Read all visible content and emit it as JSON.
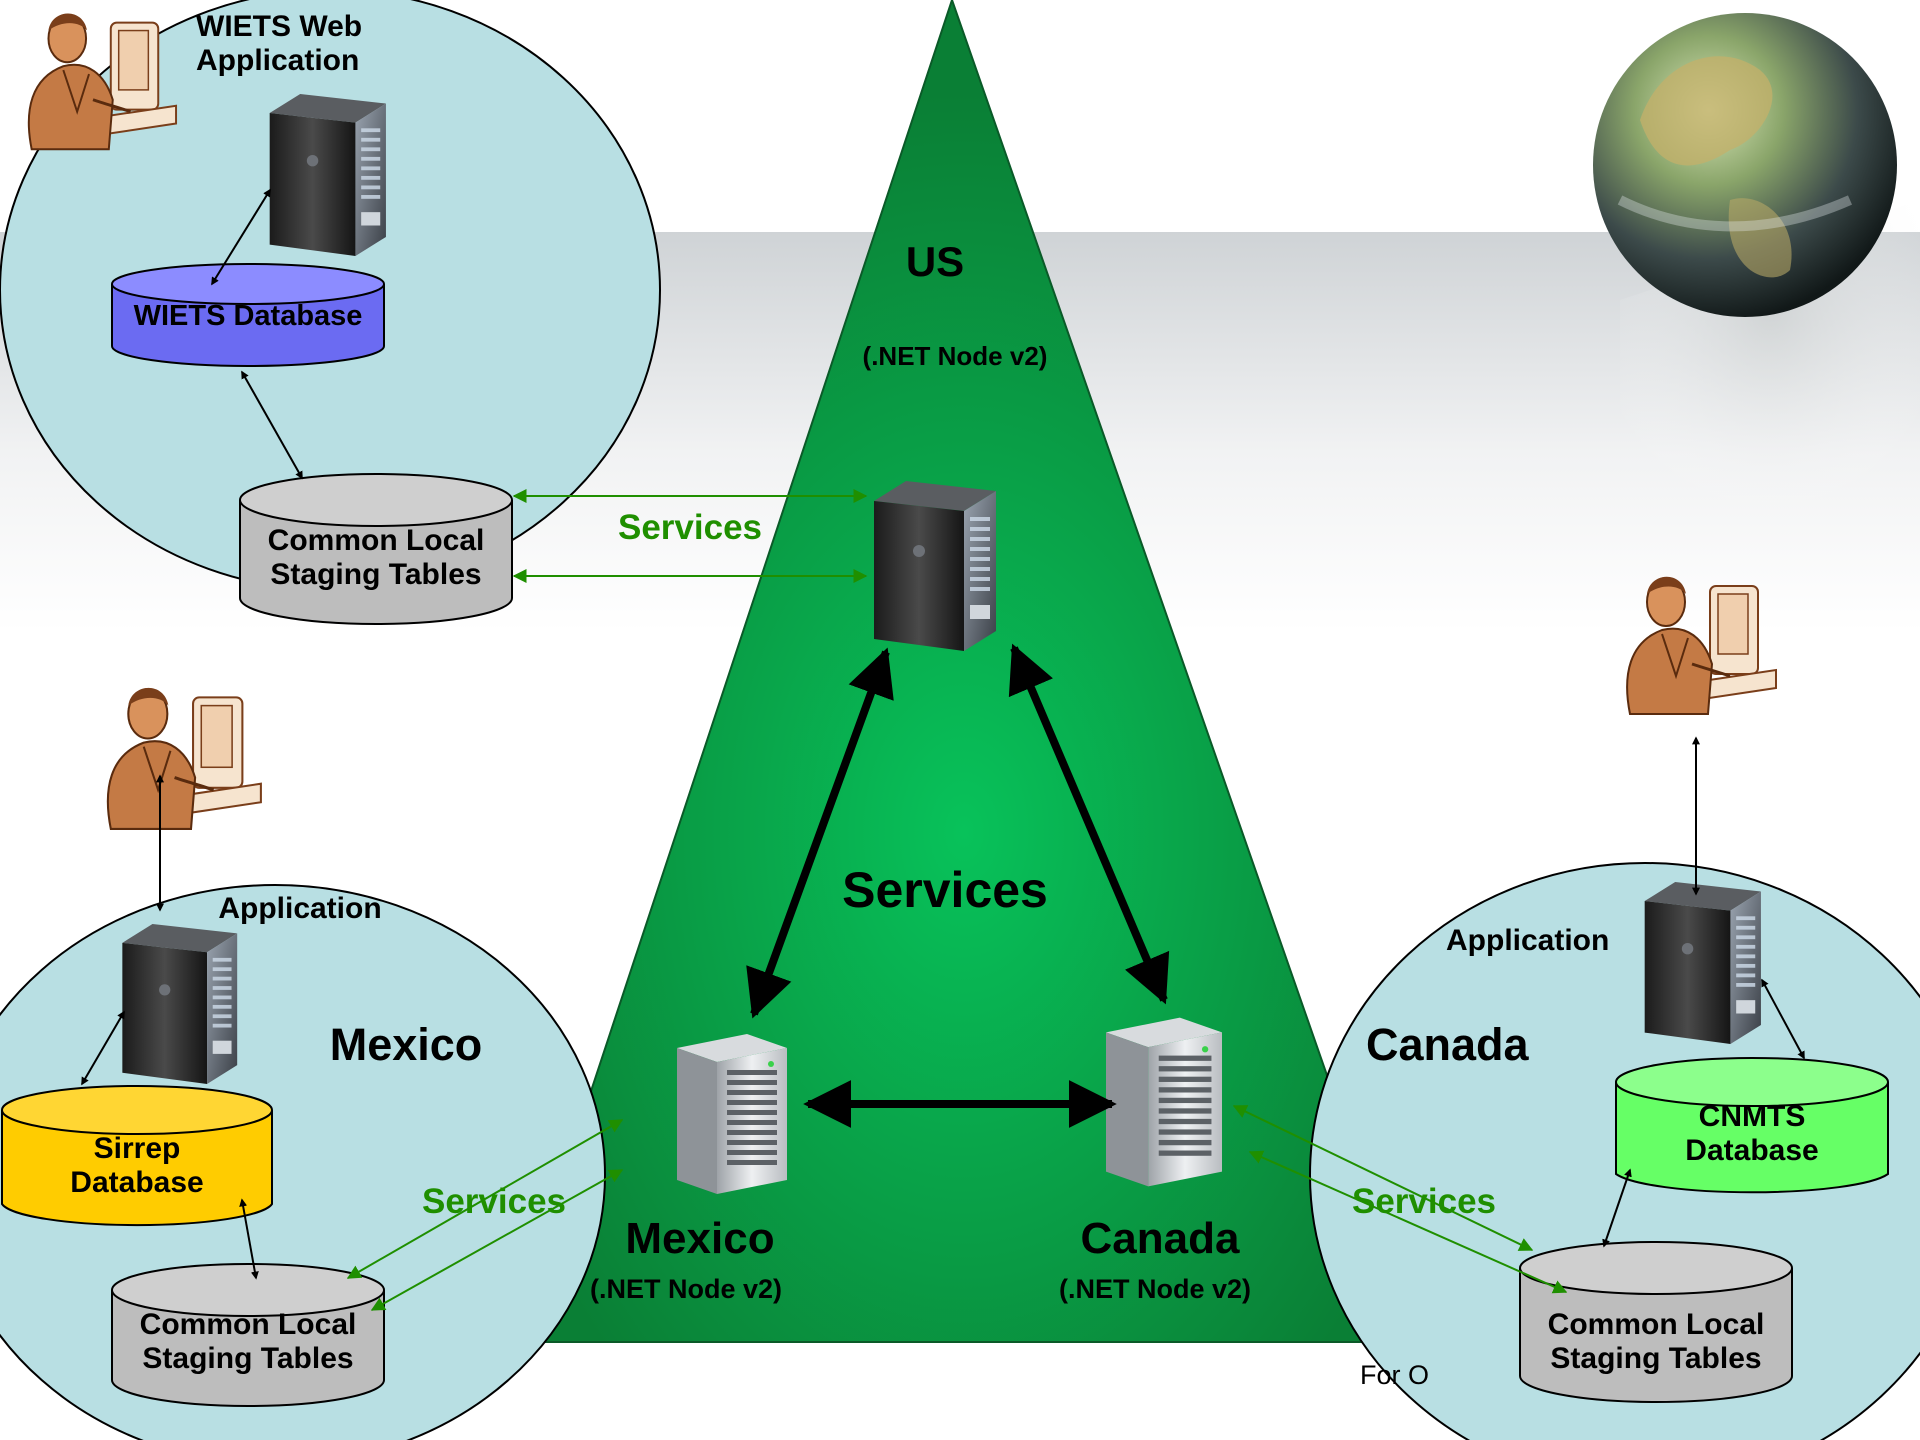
{
  "us": {
    "name": "US",
    "node": "(.NET Node v2)"
  },
  "mexico": {
    "name": "Mexico",
    "node": "(.NET Node v2)",
    "region": "Mexico"
  },
  "canada": {
    "name": "Canada",
    "node": "(.NET Node v2)",
    "region": "Canada"
  },
  "center_services": "Services",
  "wiets": {
    "app_line1": "WIETS Web",
    "app_line2": "Application",
    "database": "WIETS Database",
    "staging_line1": "Common Local",
    "staging_line2": "Staging Tables",
    "services": "Services"
  },
  "mexico_region": {
    "application": "Application",
    "db_line1": "Sirrep",
    "db_line2": "Database",
    "staging_line1": "Common Local",
    "staging_line2": "Staging Tables",
    "services": "Services"
  },
  "canada_region": {
    "application": "Application",
    "db_line1": "CNMTS",
    "db_line2": "Database",
    "staging_line1": "Common Local",
    "staging_line2": "Staging Tables",
    "services": "Services"
  },
  "footer_fragment": "For O",
  "colors": {
    "triangle": "#0a8f3c",
    "region_fill": "#b8dfe3",
    "wiets_db": "#6b6bf2",
    "sirrep_db": "#ffcc00",
    "cnmts_db": "#66ff66",
    "staging_db": "#bdbdbd",
    "services_green": "#1f8f00"
  }
}
